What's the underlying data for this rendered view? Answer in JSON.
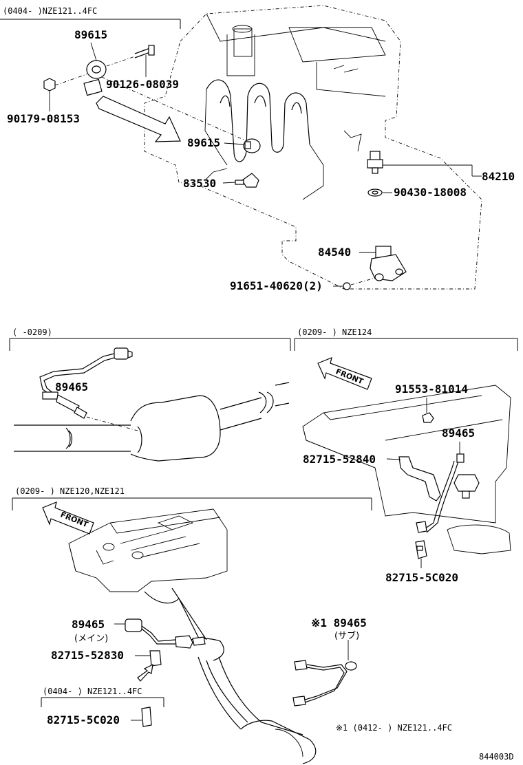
{
  "headers": {
    "h1": "(0404-      )NZE121..4FC",
    "h2": "(     -0209)",
    "h3": "(0209-      ) NZE124",
    "h4": "(0209-      ) NZE120,NZE121",
    "h5": "(0404-      ) NZE121..4FC",
    "footnote": "※1 (0412-      ) NZE121..4FC"
  },
  "parts": {
    "p89615_top": "89615",
    "p90126": "90126-08039",
    "p90179": "90179-08153",
    "p89615_mid": "89615",
    "p83530": "83530",
    "p84210": "84210",
    "p90430": "90430-18008",
    "p84540": "84540",
    "p91651": "91651-40620(2)",
    "p89465_a": "89465",
    "p91553": "91553-81014",
    "p89465_b": "89465",
    "p82715_52840": "82715-52840",
    "p82715_5c020_a": "82715-5C020",
    "p89465_main": "89465",
    "main_label": "(メイン)",
    "p82715_52830": "82715-52830",
    "p82715_5c020_b": "82715-5C020",
    "p89465_sub": "※1 89465",
    "sub_label": "(サブ)"
  },
  "front_labels": {
    "f1": "FRONT",
    "f2": "FRONT"
  },
  "diagram_id": "844003D"
}
